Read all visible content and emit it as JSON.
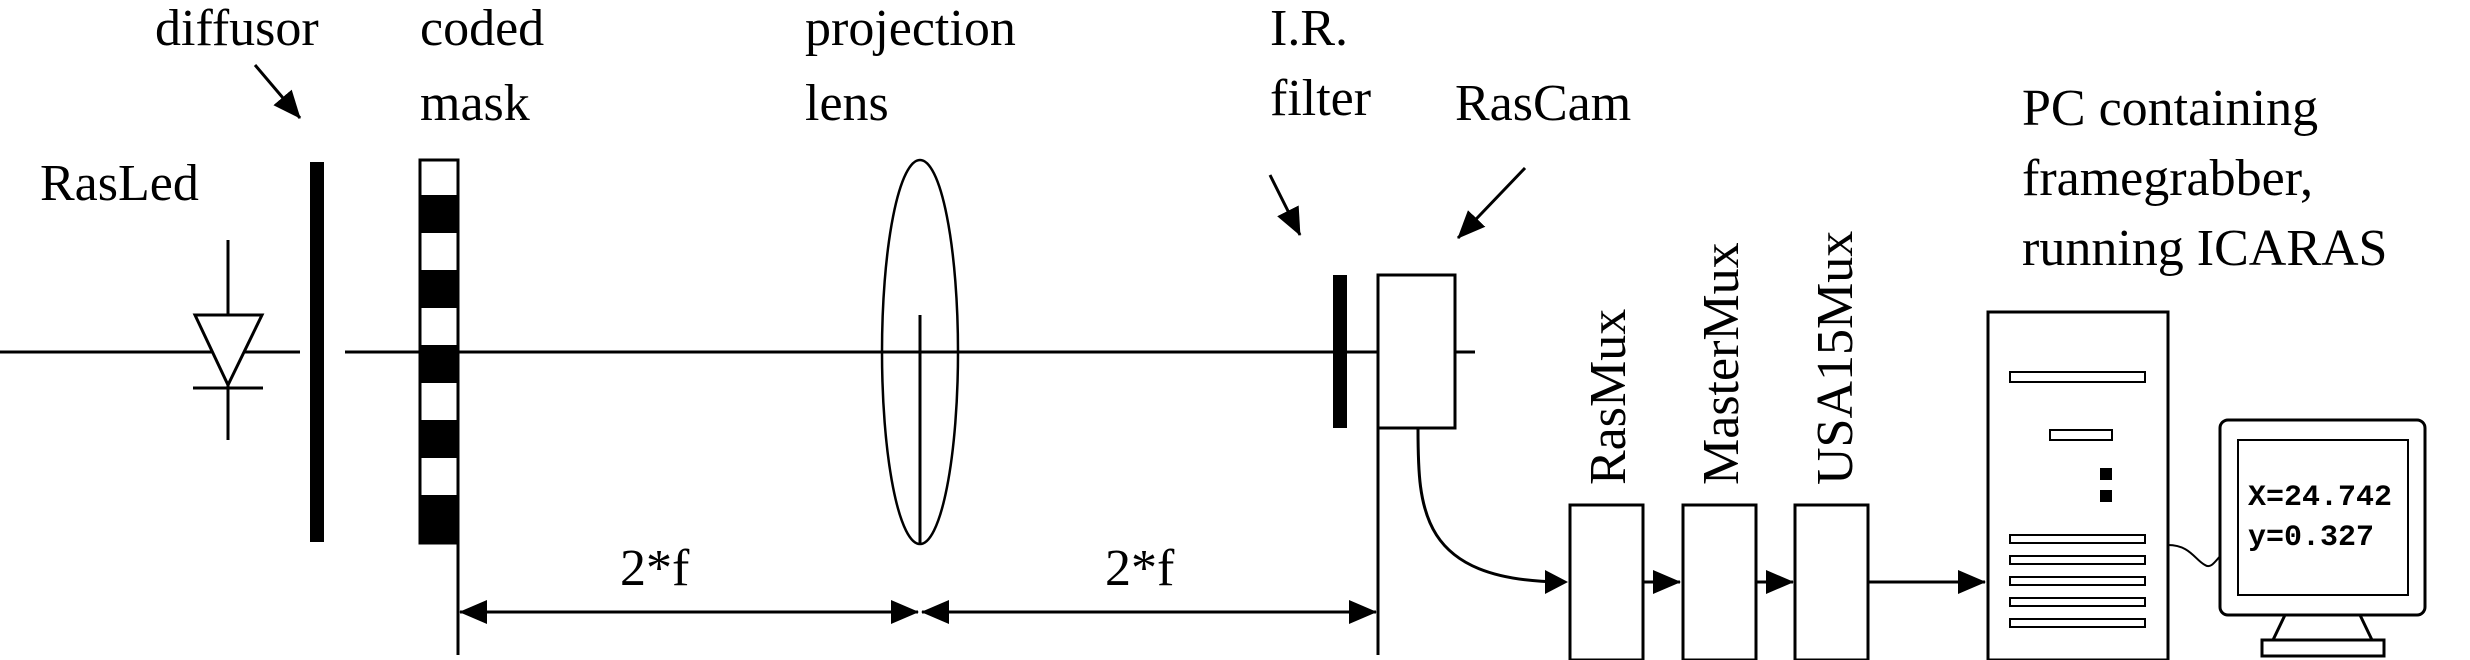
{
  "labels": {
    "rasled": "RasLed",
    "diffusor": "diffusor",
    "coded_mask": [
      "coded",
      "mask"
    ],
    "projection_lens": [
      "projection",
      "lens"
    ],
    "ir_filter": [
      "I.R.",
      "filter"
    ],
    "rascam": "RasCam",
    "rasmux": "RasMux",
    "mastermux": "MasterMux",
    "usa15mux": "USA15Mux",
    "pc": [
      "PC containing",
      "framegrabber,",
      "running ICARAS"
    ],
    "distance_left": "2*f",
    "distance_right": "2*f",
    "screen_line1": "X=24.742",
    "screen_line2": "y=0.327"
  }
}
